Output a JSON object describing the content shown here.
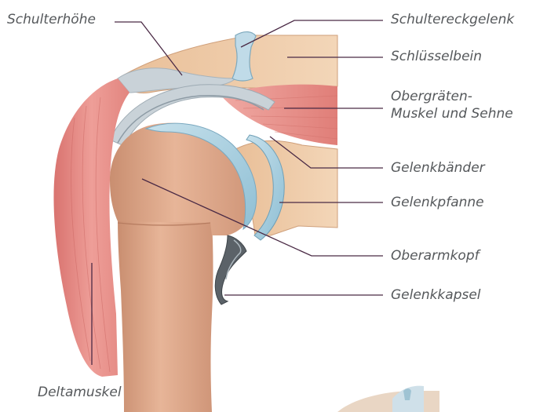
{
  "labels": {
    "schulterhoehe": "Schulterhöhe",
    "schultereckgelenk": "Schultereckgelenk",
    "schluesselbein": "Schlüsselbein",
    "obergraeten_line1": "Obergräten-",
    "obergraeten_line2": "Muskel und Sehne",
    "gelenkbaender": "Gelenkbänder",
    "gelenkpfanne": "Gelenkpfanne",
    "oberarmkopf": "Oberarmkopf",
    "gelenkkapsel": "Gelenkkapsel",
    "deltamuskel": "Deltamuskel"
  },
  "colors": {
    "label_text": "#55585b",
    "leader_line": "#4a2a45",
    "bone": "#d9a184",
    "bone_marrow": "#ecc8a4",
    "muscle": "#e8918c",
    "cartilage": "#a9cfe0",
    "capsule": "#bcc7ce",
    "background": "#ffffff"
  }
}
